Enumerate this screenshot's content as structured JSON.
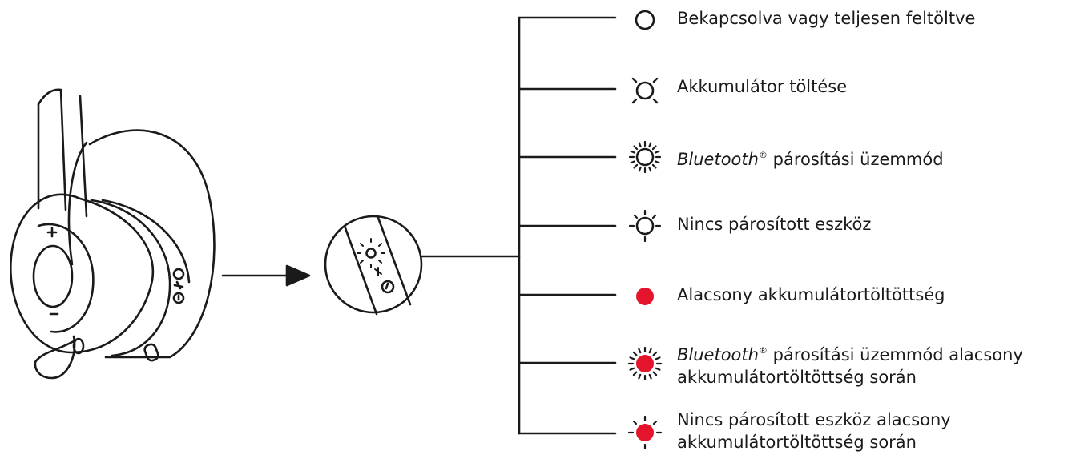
{
  "colors": {
    "line": "#1a1a1a",
    "led_red": "#e3142c",
    "led_off": "#ffffff"
  },
  "legend": {
    "items": [
      {
        "id": "off",
        "led": "off-icon",
        "text": "Bekapcsolva vagy teljesen feltöltve"
      },
      {
        "id": "charging",
        "led": "pulse-icon",
        "text": "Akkumulátor töltése"
      },
      {
        "id": "pairing",
        "brand": "Bluetooth",
        "reg": "®",
        "text": " párosítási üzemmód"
      },
      {
        "id": "no-device",
        "text": "Nincs párosított eszköz"
      },
      {
        "id": "low-battery",
        "text": "Alacsony akkumulátortöltöttség"
      },
      {
        "id": "pairing-low",
        "brand": "Bluetooth",
        "reg": "®",
        "text": " párosítási üzemmód alacsony",
        "text2": "akkumulátortöltöttség során"
      },
      {
        "id": "no-device-low",
        "text": "Nincs párosított eszköz alacsony",
        "text2": "akkumulátortöltöttség során"
      }
    ]
  },
  "headset": {
    "plus_label": "+",
    "minus_label": "−"
  }
}
